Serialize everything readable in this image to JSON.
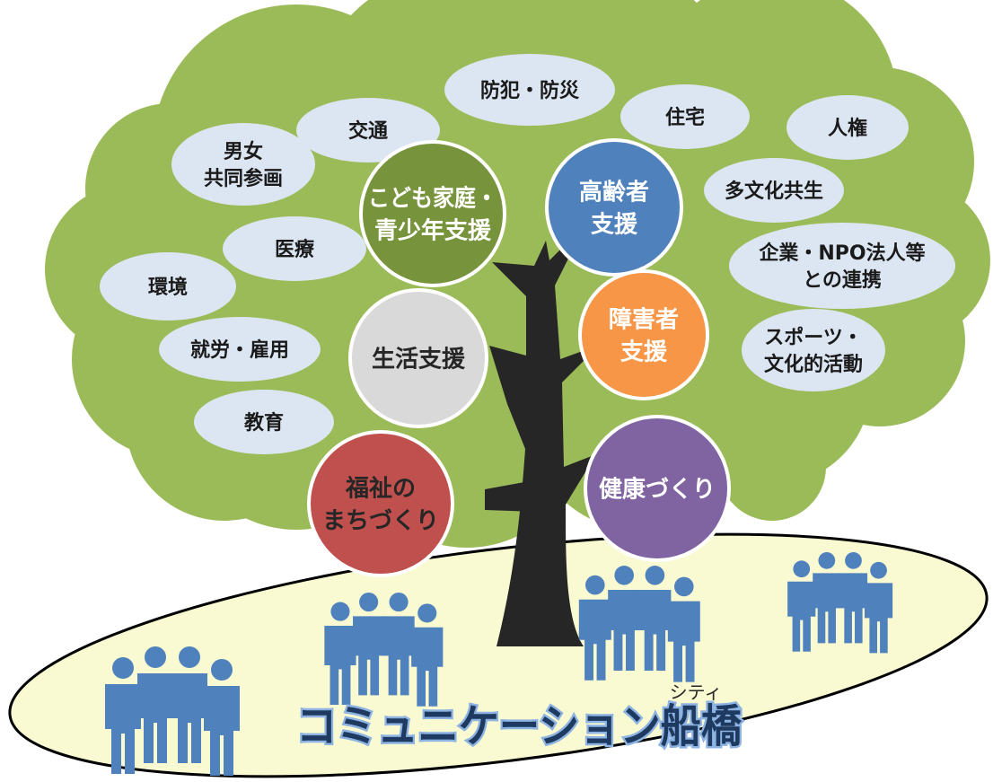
{
  "title": {
    "text": "コミュニケーション船橋",
    "ruby": "シティ"
  },
  "colors": {
    "canopy": "#9bbb59",
    "canopy_edge": "#8aaa4a",
    "bubble": "#dce6f2",
    "trunk": "#262626",
    "ground_fill": "#fafad2",
    "ground_stroke": "#000000",
    "people": "#4f81bd",
    "title_fill": "#1f3a60",
    "title_outline": "#8db3e2"
  },
  "policy_areas": [
    {
      "id": "crime",
      "lines": [
        "防犯・防災"
      ]
    },
    {
      "id": "transport",
      "lines": [
        "交通"
      ]
    },
    {
      "id": "housing",
      "lines": [
        "住宅"
      ]
    },
    {
      "id": "human-rights",
      "lines": [
        "人権"
      ]
    },
    {
      "id": "gender",
      "lines": [
        "男女",
        "共同参画"
      ]
    },
    {
      "id": "multicultural",
      "lines": [
        "多文化共生"
      ]
    },
    {
      "id": "medical",
      "lines": [
        "医療"
      ]
    },
    {
      "id": "environment",
      "lines": [
        "環境"
      ]
    },
    {
      "id": "corporate",
      "lines": [
        "企業・NPO法人等",
        "との連携"
      ]
    },
    {
      "id": "employment",
      "lines": [
        "就労・雇用"
      ]
    },
    {
      "id": "sports-culture",
      "lines": [
        "スポーツ・",
        "文化的活動"
      ]
    },
    {
      "id": "education",
      "lines": [
        "教育"
      ]
    }
  ],
  "core_areas": [
    {
      "id": "children",
      "lines": [
        "こども家庭・",
        "青少年支援"
      ],
      "color": "#77933c",
      "text_color": "#ffffff"
    },
    {
      "id": "elderly",
      "lines": [
        "高齢者",
        "支援"
      ],
      "color": "#4f81bd",
      "text_color": "#ffffff"
    },
    {
      "id": "living",
      "lines": [
        "生活支援"
      ],
      "color": "#d9d9d9",
      "text_color": "#262626"
    },
    {
      "id": "disability",
      "lines": [
        "障害者",
        "支援"
      ],
      "color": "#f79646",
      "text_color": "#ffffff"
    },
    {
      "id": "welfare",
      "lines": [
        "福祉の",
        "まちづくり"
      ],
      "color": "#c0504d",
      "text_color": "#262626"
    },
    {
      "id": "health",
      "lines": [
        "健康づくり"
      ],
      "color": "#8064a2",
      "text_color": "#ffffff"
    }
  ],
  "people_groups": [
    {
      "id": "group-1",
      "count": 4
    },
    {
      "id": "group-2",
      "count": 4
    },
    {
      "id": "group-3",
      "count": 4
    },
    {
      "id": "group-4",
      "count": 4
    }
  ]
}
